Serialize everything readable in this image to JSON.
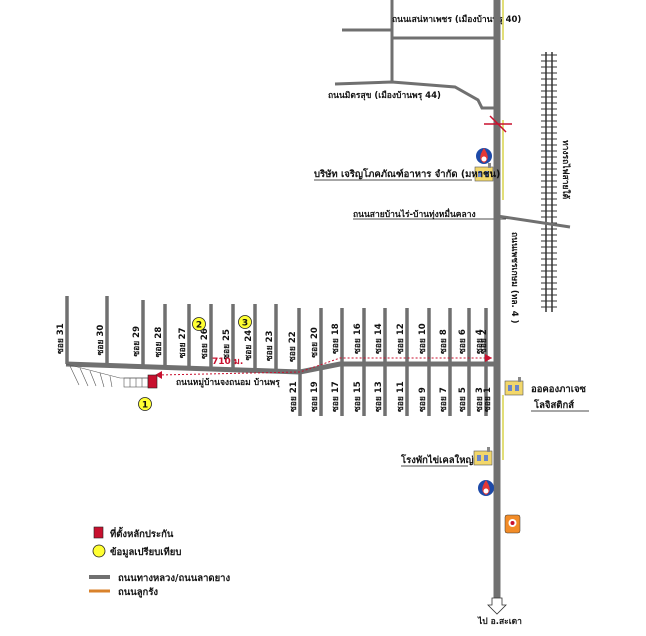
{
  "map": {
    "roads": {
      "main_hwy_label": "ถนนเพชรเกษม (ทล. 4 )",
      "village_road_label": "ถนนหมู่บ้านจงถนอม บ้านพรุ",
      "road_top1_label": "ถนนเสน่หาเพชร (เมืองบ้านพรุ 40)",
      "road_top2_label": "ถนนมิตรสุข (เมืองบ้านพรุ 44)",
      "road_cross_label": "ถนนสายบ้านไร่-บ้านทุ่งหมื่นคลาง",
      "railway_label": "ทางรถไฟสายใต้",
      "to_label": "ไป อ.สะเดา",
      "distance_label": "710 ม."
    },
    "places": {
      "place1": "บริษัท เจริญโภคภัณฑ์อาหาร จำกัด (มหาชน)",
      "place2_line1": "ออคองภาเจซ",
      "place2_line2": "โลจิสติกส์",
      "place3": "โรงพักไข่เคลใหญ่"
    },
    "sois_top": [
      {
        "id": "s31",
        "label": "ซอย 31"
      },
      {
        "id": "s30",
        "label": "ซอย 30"
      },
      {
        "id": "s29",
        "label": "ซอย 29"
      },
      {
        "id": "s28",
        "label": "ซอย 28"
      },
      {
        "id": "s27",
        "label": "ซอย 27"
      },
      {
        "id": "s26",
        "label": "ซอย 26"
      },
      {
        "id": "s25",
        "label": "ซอย 25"
      },
      {
        "id": "s24",
        "label": "ซอย 24"
      },
      {
        "id": "s23",
        "label": "ซอย 23"
      },
      {
        "id": "s22",
        "label": "ซอย 22"
      },
      {
        "id": "s20",
        "label": "ซอย 20"
      },
      {
        "id": "s18",
        "label": "ซอย 18"
      },
      {
        "id": "s16",
        "label": "ซอย 16"
      },
      {
        "id": "s14",
        "label": "ซอย 14"
      },
      {
        "id": "s12",
        "label": "ซอย 12"
      },
      {
        "id": "s10",
        "label": "ซอย 10"
      },
      {
        "id": "s8",
        "label": "ซอย 8"
      },
      {
        "id": "s6",
        "label": "ซอย 6"
      },
      {
        "id": "s4",
        "label": "ซอย 4"
      },
      {
        "id": "s2",
        "label": "ซอย 2"
      }
    ],
    "sois_bottom": [
      {
        "id": "s21",
        "label": "ซอย 21"
      },
      {
        "id": "s19",
        "label": "ซอย 19"
      },
      {
        "id": "s17",
        "label": "ซอย 17"
      },
      {
        "id": "s15",
        "label": "ซอย 15"
      },
      {
        "id": "s13",
        "label": "ซอย 13"
      },
      {
        "id": "s11",
        "label": "ซอย 11"
      },
      {
        "id": "s9",
        "label": "ซอย 9"
      },
      {
        "id": "s7",
        "label": "ซอย 7"
      },
      {
        "id": "s5",
        "label": "ซอย 5"
      },
      {
        "id": "s3",
        "label": "ซอย 3"
      },
      {
        "id": "s1",
        "label": "ซอย 1"
      }
    ],
    "markers": [
      {
        "id": "m1",
        "label": "1"
      },
      {
        "id": "m2",
        "label": "2"
      },
      {
        "id": "m3",
        "label": "3"
      }
    ],
    "legend": {
      "site": "ที่ตั้งหลักประกัน",
      "comparables": "ข้อมูลเปรียบเทียบ",
      "paved_road": "ถนนทางหลวง/ถนนลาดยาง",
      "gravel_road": "ถนนลูกรัง"
    },
    "colors": {
      "road": "#707070",
      "gravel": "#d9822b",
      "site": "#c8102e",
      "marker": "#ffff33",
      "distance": "#c8102e",
      "railway": "#333333"
    }
  }
}
